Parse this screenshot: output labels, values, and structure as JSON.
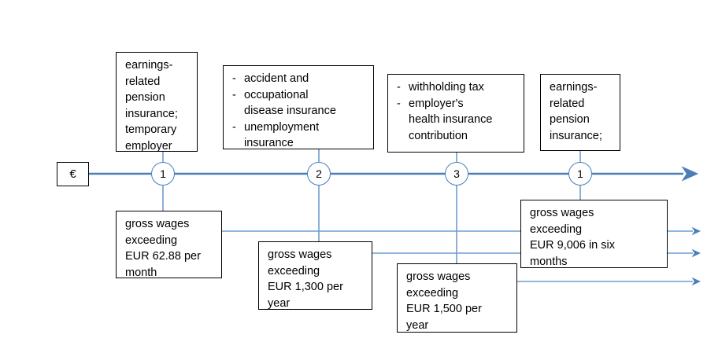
{
  "diagram": {
    "title": "Employer obligations timeline by gross wage thresholds",
    "accent_color": "#4a7ebb",
    "line_color": "#6f9dd1",
    "border_color": "#000000",
    "background": "#ffffff",
    "start_marker": {
      "label": "€",
      "icon": "euro-icon"
    },
    "axis": {
      "orientation": "horizontal",
      "arrow_direction": "right"
    },
    "nodes": [
      {
        "label": "1"
      },
      {
        "label": "2"
      },
      {
        "label": "3"
      },
      {
        "label": "1"
      }
    ],
    "upper_boxes": [
      {
        "type": "plain",
        "text": "earnings-\nrelated\npension\ninsurance;\ntemporary\nemployer"
      },
      {
        "type": "bulleted",
        "items": [
          "accident and",
          "occupational\ndisease insurance",
          "unemployment\ninsurance"
        ]
      },
      {
        "type": "bulleted",
        "items": [
          "withholding tax",
          "employer's\nhealth insurance\ncontribution"
        ]
      },
      {
        "type": "plain",
        "text": "earnings-\nrelated\npension\ninsurance;"
      }
    ],
    "lower_boxes": [
      {
        "text": "gross wages\nexceeding\nEUR 62.88 per\nmonth"
      },
      {
        "text": "gross wages\nexceeding\nEUR 1,300 per\nyear"
      },
      {
        "text": "gross wages\nexceeding\nEUR 1,500 per\nyear"
      },
      {
        "text": "gross wages\nexceeding\nEUR 9,006 in six\nmonths"
      }
    ]
  }
}
